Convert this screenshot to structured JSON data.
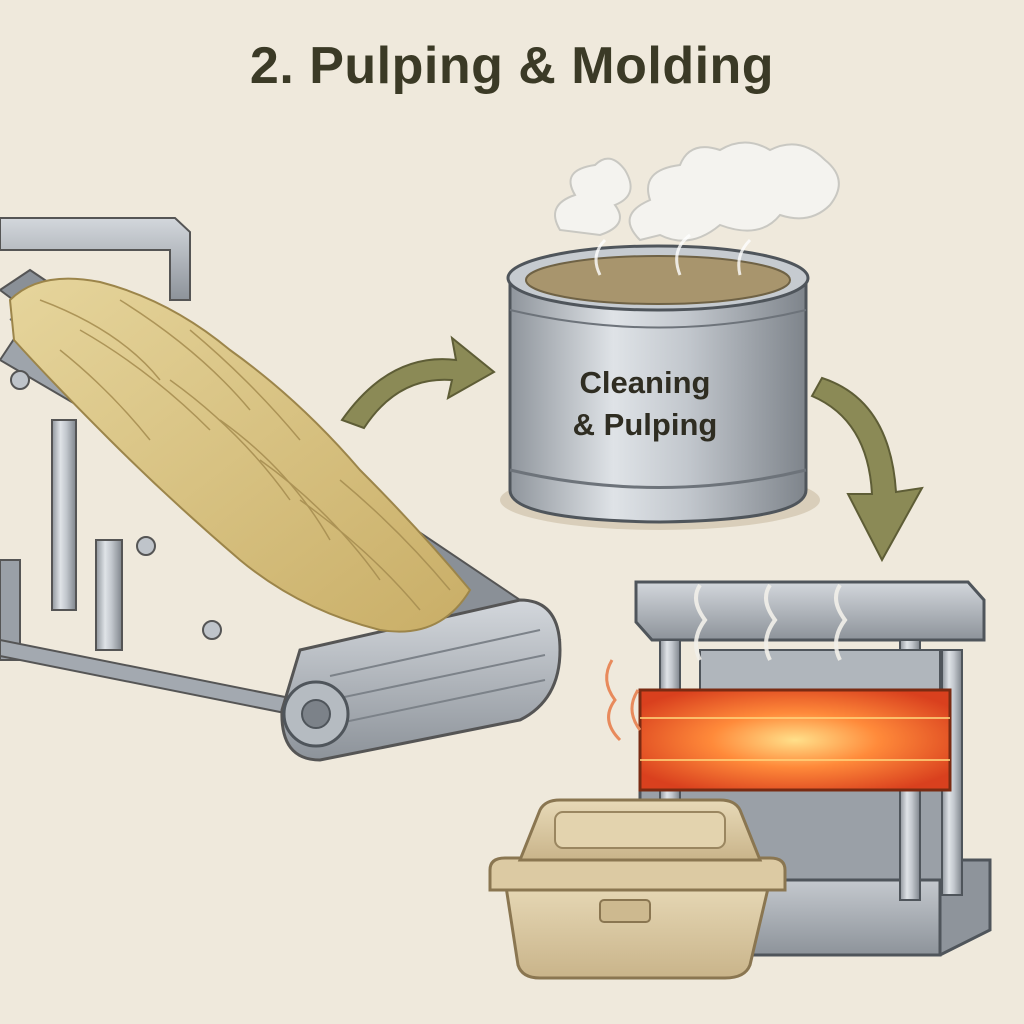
{
  "diagram": {
    "title": "2. Pulping & Molding",
    "steps": [
      {
        "id": "conveyor",
        "icon": "conveyor-belt-icon"
      },
      {
        "id": "pulper",
        "icon": "pulping-tank-icon",
        "label_line1": "Cleaning",
        "label_line2": "& Pulping"
      },
      {
        "id": "press",
        "icon": "heated-mold-press-icon"
      },
      {
        "id": "product",
        "icon": "clamshell-container-icon"
      }
    ],
    "colors": {
      "background": "#efe9dc",
      "title": "#3b3a26",
      "arrow": "#8b8a56",
      "metal": "#b9bec4",
      "straw": "#d6c07e",
      "heat": "#ff6a2a",
      "container": "#dccaa3"
    }
  }
}
